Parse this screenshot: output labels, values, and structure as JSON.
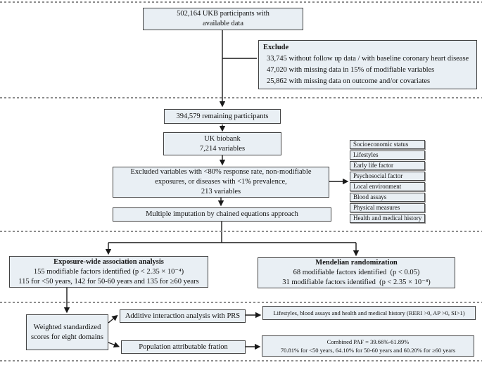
{
  "colors": {
    "box_fill": "#e9eff4",
    "box_border": "#424242",
    "connector": "#1a1a1a",
    "dashed_separator": "#8d8d8d"
  },
  "flow": {
    "top_box": {
      "line1": "502,164 UKB participants with",
      "line2": "available data"
    },
    "exclude_box": {
      "title": "Exclude",
      "items": [
        "33,745 without follow up data / with baseline coronary heart disease",
        "47,020 with missing data in 15% of modifiable variables",
        "25,862 with missing data on outcome and/or covariates"
      ]
    },
    "remaining_box": {
      "text": "394,579 remaining participants"
    },
    "biobank_box": {
      "line1": "UK biobank",
      "line2": "7,214 variables"
    },
    "excluded_vars_box": {
      "line1": "Excluded variables with <80% response rate, non-modifiable",
      "line2": "exposures, or diseases with <1% prevalence,",
      "line3": "213 variables"
    },
    "domain_list": {
      "items": [
        "Socioeconomic status",
        "Lifestyles",
        "Early life factor",
        "Psychosocial factor",
        "Local environment",
        "Blood assays",
        "Physical measures",
        "Health and medical history"
      ]
    },
    "imputation_box": {
      "text": "Multiple imputation by chained equations approach"
    },
    "exposure_box": {
      "title": "Exposure-wide association analysis",
      "line2": "155 modifiable factors identified (p < 2.35 × 10⁻⁴)",
      "line3": "115 for <50 years, 142 for 50-60 years and 135 for ≥60 years"
    },
    "mendelian_box": {
      "title": "Mendelian randomization",
      "line2": "68 modifiable factors identified  (p < 0.05)",
      "line3": "31 modifiable factors identified  (p < 2.35 × 10⁻⁴)"
    },
    "weighted_box": {
      "line1": "Weighted standardized",
      "line2": "scores for eight domains"
    },
    "additive_box": {
      "text": "Additive interaction analysis with PRS"
    },
    "lifestyles_box": {
      "text": "Lifestyles, blood assays and health and medical history (RERI >0, AP >0, SI>1)"
    },
    "paf_box": {
      "text": "Population attributable fration"
    },
    "combined_box": {
      "line1": "Combined PAF = 39.66%-61.89%",
      "line2": "70.81% for <50 years, 64.10% for 50-60 years and 60.20% for ≥60 years"
    }
  }
}
